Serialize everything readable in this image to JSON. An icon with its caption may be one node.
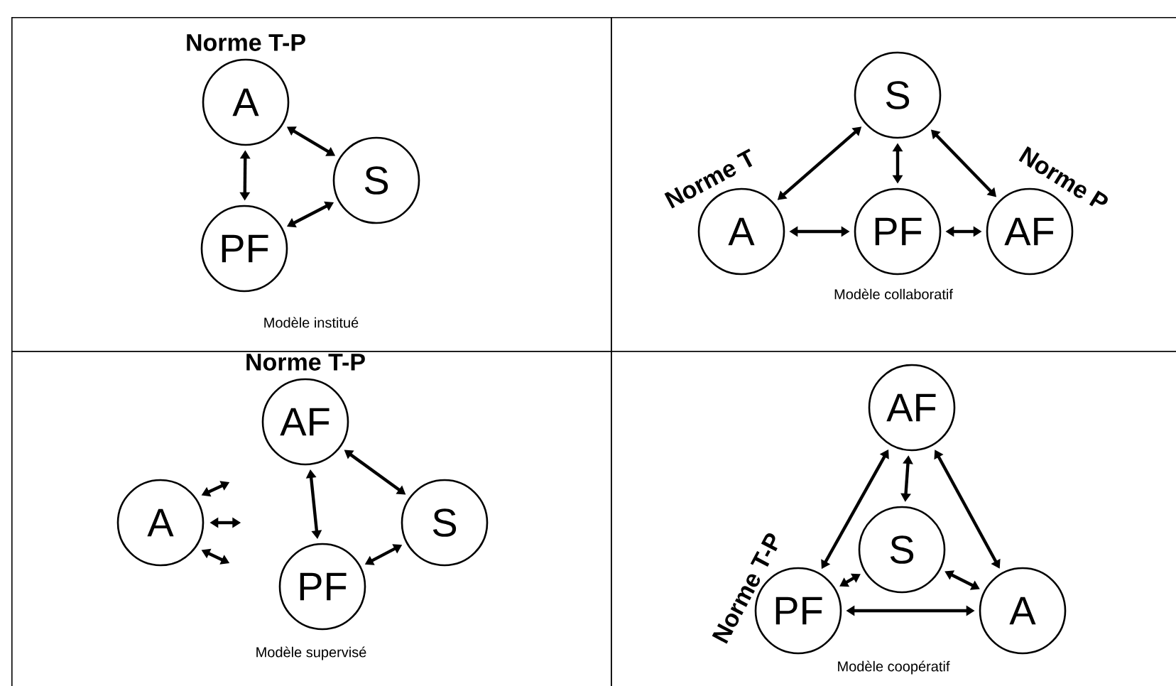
{
  "diagram": {
    "nodes": [
      {
        "text": [
          "Modèle institué"
        ]
      },
      {
        "text": [
          "A"
        ],
        "in": 0,
        "beside": [
          "Norme T-P"
        ]
      },
      {
        "text": [
          "S"
        ],
        "in": 0
      },
      {
        "text": [
          "PF"
        ],
        "in": 0
      },
      {
        "text": [
          "Modèle collaboratif"
        ]
      },
      {
        "text": [
          "S"
        ],
        "in": 4
      },
      {
        "text": [
          "A"
        ],
        "in": 4,
        "beside": [
          "Norme T"
        ]
      },
      {
        "text": [
          "PF"
        ],
        "in": 4
      },
      {
        "text": [
          "AF"
        ],
        "in": 4,
        "beside": [
          "Norme P"
        ]
      },
      {
        "text": [
          "Modèle supervisé"
        ]
      },
      {
        "text": [
          "AF"
        ],
        "in": 9,
        "beside": [
          "Norme T-P"
        ]
      },
      {
        "text": [
          "A"
        ],
        "in": 9
      },
      {
        "text": [
          "S"
        ],
        "in": 9
      },
      {
        "text": [
          "PF"
        ],
        "in": 9
      },
      {
        "text": [
          "Modèle coopératif"
        ]
      },
      {
        "text": [
          "AF"
        ],
        "in": 14
      },
      {
        "text": [
          "S"
        ],
        "in": 14
      },
      {
        "text": [
          "PF"
        ],
        "in": 14,
        "beside": [
          "Norme T-P"
        ]
      },
      {
        "text": [
          "A"
        ],
        "in": 14
      }
    ],
    "edges": [
      {
        "from": 1,
        "to": 2,
        "arrow": "both"
      },
      {
        "from": 1,
        "to": 3,
        "arrow": "both"
      },
      {
        "from": 2,
        "to": 3,
        "arrow": "both"
      },
      {
        "from": 5,
        "to": 6,
        "arrow": "both"
      },
      {
        "from": 5,
        "to": 7,
        "arrow": "both"
      },
      {
        "from": 5,
        "to": 8,
        "arrow": "both"
      },
      {
        "from": 6,
        "to": 7,
        "arrow": "both"
      },
      {
        "from": 7,
        "to": 8,
        "arrow": "both"
      },
      {
        "from": 10,
        "to": 12,
        "arrow": "both"
      },
      {
        "from": 10,
        "to": 13,
        "arrow": "both"
      },
      {
        "from": 12,
        "to": 13,
        "arrow": "both"
      },
      {
        "from": 11,
        "to": null,
        "arrow": "both"
      },
      {
        "from": 11,
        "to": null,
        "arrow": "both"
      },
      {
        "from": 11,
        "to": null,
        "arrow": "both"
      },
      {
        "from": 15,
        "to": 16,
        "arrow": "both"
      },
      {
        "from": 15,
        "to": 17,
        "arrow": "both"
      },
      {
        "from": 15,
        "to": 18,
        "arrow": "both"
      },
      {
        "from": 16,
        "to": 17,
        "arrow": "both"
      },
      {
        "from": 16,
        "to": 18,
        "arrow": "both"
      },
      {
        "from": 17,
        "to": 18,
        "arrow": "both"
      }
    ]
  }
}
